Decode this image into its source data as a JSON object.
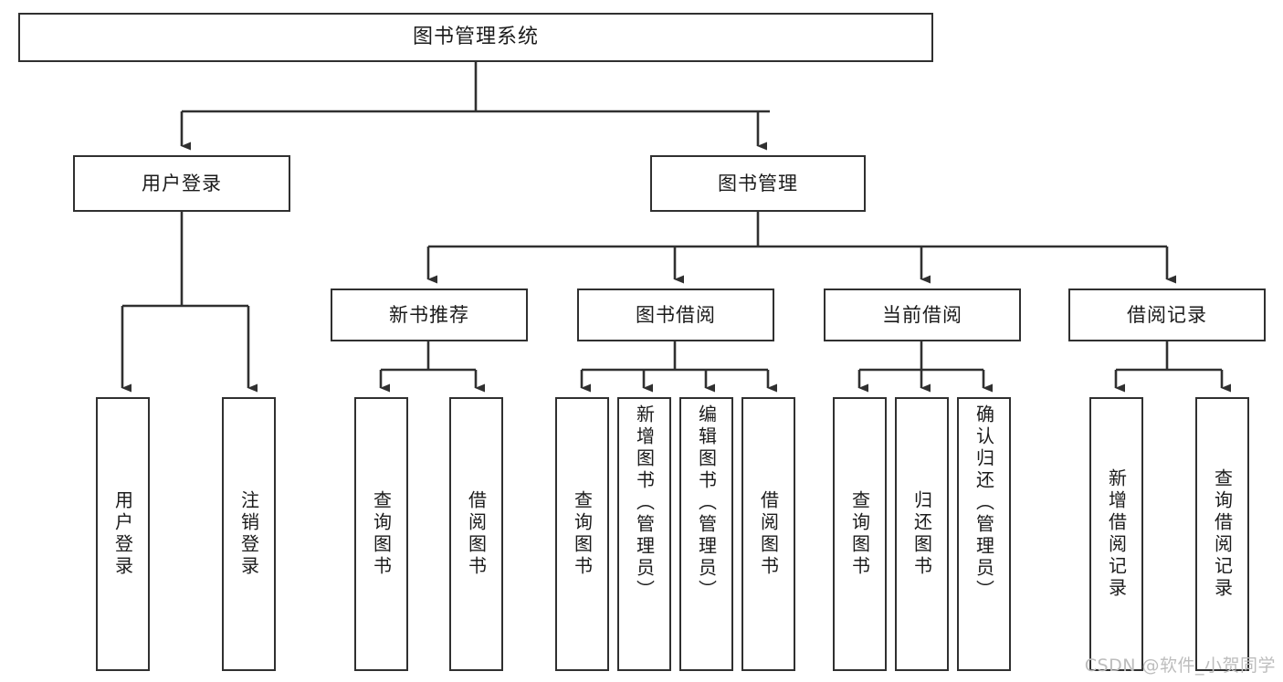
{
  "diagram": {
    "title": "图书管理系统",
    "type": "tree",
    "orientation": "top-down",
    "colors": {
      "box_border": "#303030",
      "box_fill": "#ffffff",
      "edge": "#303030",
      "text": "#1b1b1b",
      "watermark": "#bdbdbd",
      "background": "#ffffff"
    }
  },
  "watermark": {
    "text": "CSDN @软件_小贺同学"
  },
  "nodes": {
    "root": {
      "id": "root",
      "label": "图书管理系统",
      "level": 0
    },
    "level2": [
      {
        "id": "user-login",
        "label": "用户登录",
        "level": 1
      },
      {
        "id": "book-management",
        "label": "图书管理",
        "level": 1
      }
    ],
    "level3": [
      {
        "id": "new-book-recommend",
        "label": "新书推荐",
        "level": 2,
        "parent": "book-management"
      },
      {
        "id": "book-borrow",
        "label": "图书借阅",
        "level": 2,
        "parent": "book-management"
      },
      {
        "id": "current-borrow",
        "label": "当前借阅",
        "level": 2,
        "parent": "book-management"
      },
      {
        "id": "borrow-record",
        "label": "借阅记录",
        "level": 2,
        "parent": "book-management"
      }
    ],
    "leaves": [
      {
        "id": "leaf-user-login",
        "label": "用户登录",
        "parent": "user-login"
      },
      {
        "id": "leaf-user-logout",
        "label": "注销登录",
        "parent": "user-login"
      },
      {
        "id": "leaf-query-book-1",
        "label": "查询图书",
        "parent": "new-book-recommend"
      },
      {
        "id": "leaf-borrow-book-1",
        "label": "借阅图书",
        "parent": "new-book-recommend"
      },
      {
        "id": "leaf-query-book-2",
        "label": "查询图书",
        "parent": "book-borrow"
      },
      {
        "id": "leaf-add-book",
        "label": "新增图书（管理员）",
        "parent": "book-borrow"
      },
      {
        "id": "leaf-edit-book",
        "label": "编辑图书（管理员）",
        "parent": "book-borrow"
      },
      {
        "id": "leaf-borrow-book-2",
        "label": "借阅图书",
        "parent": "book-borrow"
      },
      {
        "id": "leaf-query-book-3",
        "label": "查询图书",
        "parent": "current-borrow"
      },
      {
        "id": "leaf-return-book",
        "label": "归还图书",
        "parent": "current-borrow"
      },
      {
        "id": "leaf-confirm-return",
        "label": "确认归还（管理员）",
        "parent": "current-borrow"
      },
      {
        "id": "leaf-add-record",
        "label": "新增借阅记录",
        "parent": "borrow-record"
      },
      {
        "id": "leaf-query-record",
        "label": "查询借阅记录",
        "parent": "borrow-record"
      }
    ]
  }
}
